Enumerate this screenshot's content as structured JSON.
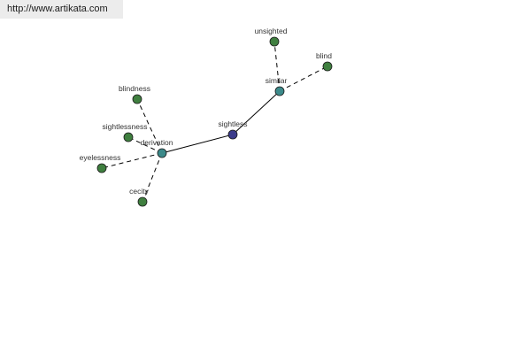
{
  "banner": {
    "url": "http://www.artikata.com"
  },
  "colors": {
    "root": "#3a3a8a",
    "hub": "#3c8a8a",
    "leaf": "#3f7f3f",
    "edge": "#000000",
    "label": "#333333"
  },
  "graph": {
    "nodes": [
      {
        "id": "sightless",
        "label": "sightless",
        "kind": "root"
      },
      {
        "id": "similar",
        "label": "similar",
        "kind": "hub"
      },
      {
        "id": "derivation",
        "label": "derivation",
        "kind": "hub"
      },
      {
        "id": "unsighted",
        "label": "unsighted",
        "kind": "leaf"
      },
      {
        "id": "blind",
        "label": "blind",
        "kind": "leaf"
      },
      {
        "id": "blindness",
        "label": "blindness",
        "kind": "leaf"
      },
      {
        "id": "sightlessness",
        "label": "sightlessness",
        "kind": "leaf"
      },
      {
        "id": "eyelessness",
        "label": "eyelessness",
        "kind": "leaf"
      },
      {
        "id": "cecity",
        "label": "cecity",
        "kind": "leaf"
      }
    ],
    "edges": [
      {
        "from": "sightless",
        "to": "similar",
        "style": "solid"
      },
      {
        "from": "sightless",
        "to": "derivation",
        "style": "solid"
      },
      {
        "from": "similar",
        "to": "unsighted",
        "style": "dashed"
      },
      {
        "from": "similar",
        "to": "blind",
        "style": "dashed"
      },
      {
        "from": "derivation",
        "to": "blindness",
        "style": "dashed"
      },
      {
        "from": "derivation",
        "to": "sightlessness",
        "style": "dashed"
      },
      {
        "from": "derivation",
        "to": "eyelessness",
        "style": "dashed"
      },
      {
        "from": "derivation",
        "to": "cecity",
        "style": "dashed"
      }
    ]
  }
}
